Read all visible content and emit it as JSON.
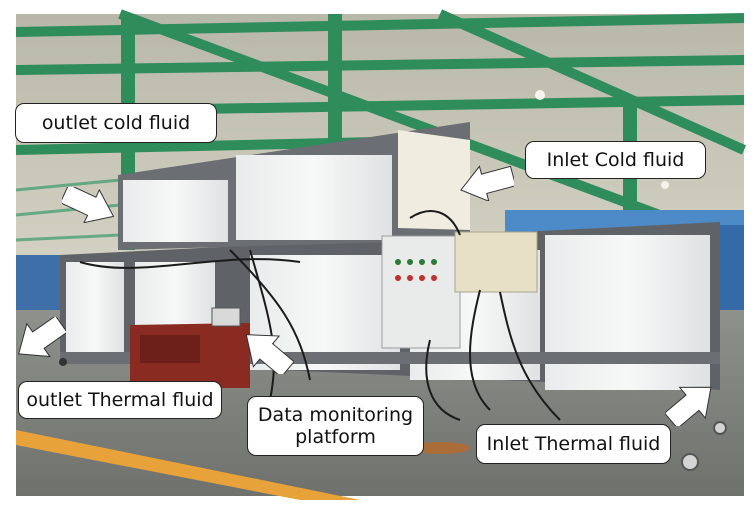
{
  "labels": {
    "outlet_cold_fluid": "outlet cold fluid",
    "inlet_cold_fluid": "Inlet Cold fluid",
    "outlet_thermal_fluid": "outlet Thermal fluid",
    "data_monitoring_platform_line1": "Data monitoring",
    "data_monitoring_platform_line2": "platform",
    "inlet_thermal_fluid": "Inlet Thermal fluid"
  },
  "colors": {
    "roof_beams": "#2f8c5b",
    "floor_line": "#e7a33a",
    "cabinet_panels": "#eef0f0",
    "cabinet_frame": "#6b6e72",
    "desk": "#8a2b22"
  }
}
